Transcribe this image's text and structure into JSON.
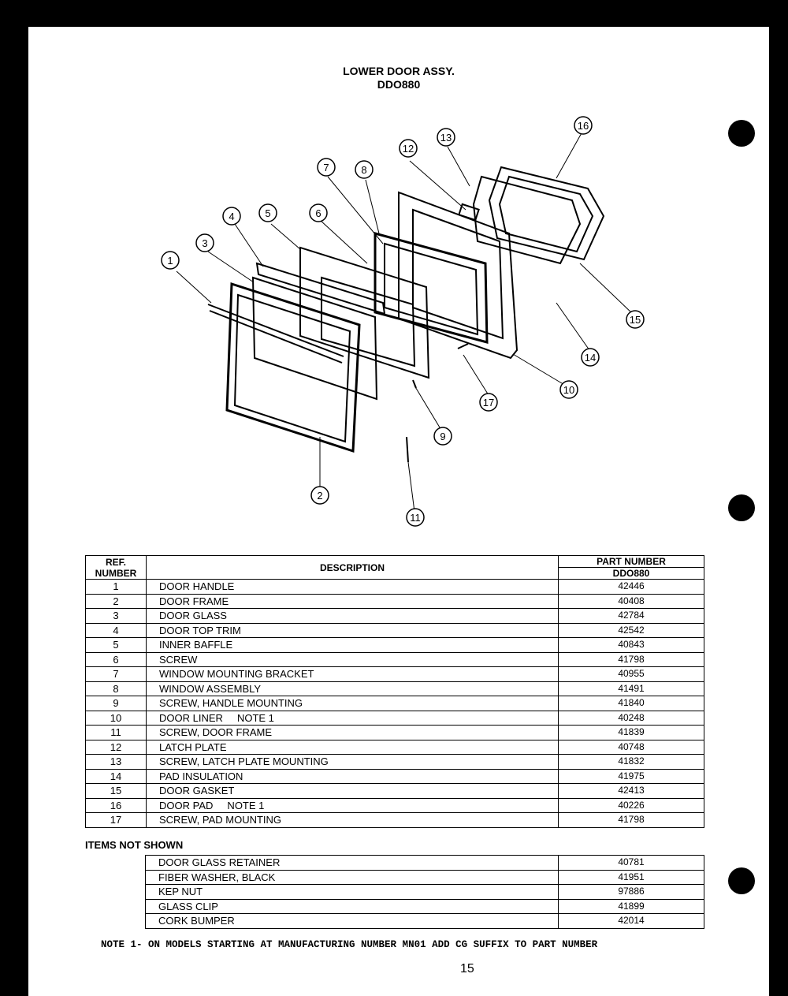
{
  "title": {
    "line1": "LOWER DOOR ASSY.",
    "line2": "DDO880"
  },
  "headers": {
    "ref": "REF. NUMBER",
    "description": "DESCRIPTION",
    "part_number": "PART NUMBER",
    "model": "DDO880"
  },
  "parts": [
    {
      "ref": "1",
      "desc": "DOOR HANDLE",
      "part": "42446"
    },
    {
      "ref": "2",
      "desc": "DOOR FRAME",
      "part": "40408"
    },
    {
      "ref": "3",
      "desc": "DOOR GLASS",
      "part": "42784"
    },
    {
      "ref": "4",
      "desc": "DOOR TOP TRIM",
      "part": "42542"
    },
    {
      "ref": "5",
      "desc": "INNER BAFFLE",
      "part": "40843"
    },
    {
      "ref": "6",
      "desc": "SCREW",
      "part": "41798"
    },
    {
      "ref": "7",
      "desc": "WINDOW MOUNTING BRACKET",
      "part": "40955"
    },
    {
      "ref": "8",
      "desc": "WINDOW ASSEMBLY",
      "part": "41491"
    },
    {
      "ref": "9",
      "desc": "SCREW, HANDLE MOUNTING",
      "part": "41840"
    },
    {
      "ref": "10",
      "desc": "DOOR LINER     NOTE 1",
      "part": "40248"
    },
    {
      "ref": "11",
      "desc": "SCREW, DOOR FRAME",
      "part": "41839"
    },
    {
      "ref": "12",
      "desc": "LATCH PLATE",
      "part": "40748"
    },
    {
      "ref": "13",
      "desc": "SCREW, LATCH PLATE MOUNTING",
      "part": "41832"
    },
    {
      "ref": "14",
      "desc": "PAD INSULATION",
      "part": "41975"
    },
    {
      "ref": "15",
      "desc": "DOOR GASKET",
      "part": "42413"
    },
    {
      "ref": "16",
      "desc": "DOOR PAD     NOTE 1",
      "part": "40226"
    },
    {
      "ref": "17",
      "desc": "SCREW, PAD MOUNTING",
      "part": "41798"
    }
  ],
  "items_not_shown_label": "ITEMS NOT SHOWN",
  "items_not_shown": [
    {
      "desc": "DOOR GLASS RETAINER",
      "part": "40781"
    },
    {
      "desc": "FIBER WASHER, BLACK",
      "part": "41951"
    },
    {
      "desc": "KEP NUT",
      "part": "97886"
    },
    {
      "desc": "GLASS CLIP",
      "part": "41899"
    },
    {
      "desc": "CORK BUMPER",
      "part": "42014"
    }
  ],
  "note": "NOTE 1- ON MODELS STARTING AT MANUFACTURING NUMBER MN01 ADD CG SUFFIX TO PART NUMBER",
  "callouts": [
    "1",
    "2",
    "3",
    "4",
    "5",
    "6",
    "7",
    "8",
    "9",
    "10",
    "11",
    "12",
    "13",
    "14",
    "15",
    "16",
    "17"
  ],
  "page_mark": "15"
}
